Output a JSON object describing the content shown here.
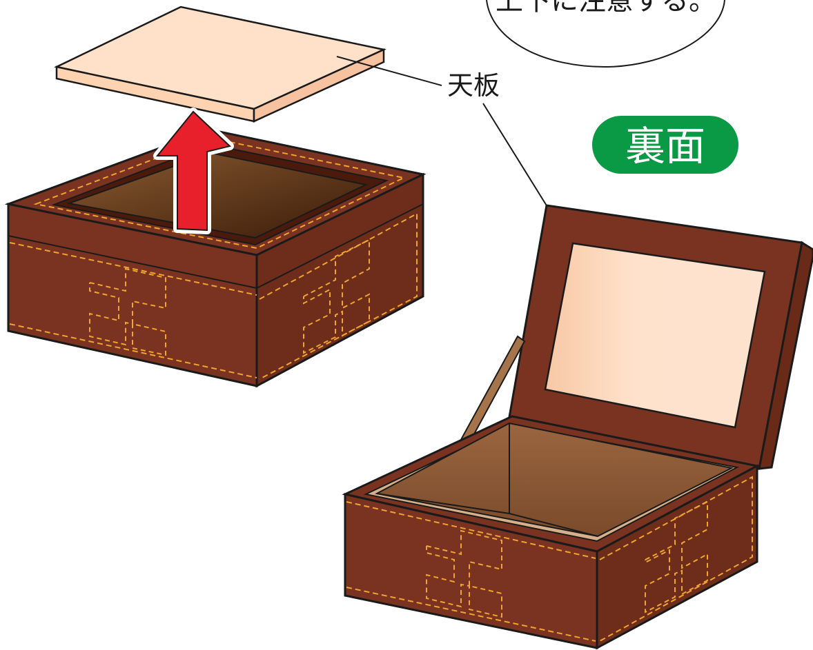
{
  "callout": {
    "bubble_text": "上下に注意する。",
    "top_plate_label": "天板",
    "back_side_badge": "裏面"
  },
  "colors": {
    "leather": "#7a3320",
    "leather_dark": "#5a2314",
    "stitch": "#f0a531",
    "plate": "#ffe0c8",
    "plate_edge": "#f7c7a3",
    "arrow": "#e8202b",
    "badge": "#0a9a46",
    "outline": "#1a1a1a"
  }
}
